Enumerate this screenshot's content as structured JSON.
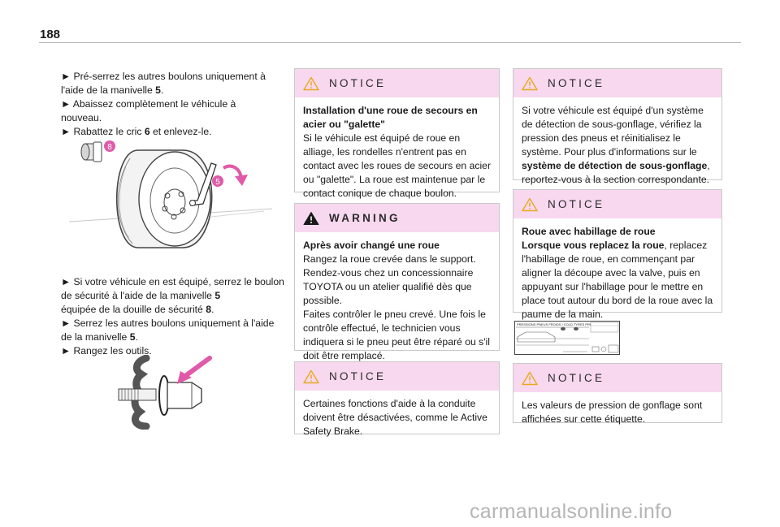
{
  "page": {
    "number": "188"
  },
  "col1": {
    "block1": [
      {
        "text": "► Pré-serrez les autres boulons uniquement à l'aide de la manivelle ",
        "bold": "5",
        "after": "."
      },
      {
        "text": "► Abaissez complètement le véhicule à nouveau.",
        "bold": "",
        "after": ""
      },
      {
        "text": "► Rabattez le cric ",
        "bold": "6",
        "after": " et enlevez-le."
      }
    ],
    "block2": [
      {
        "text": "► Si votre véhicule en est équipé, serrez le boulon de sécurité à l'aide de la manivelle ",
        "bold": "5",
        "after": ""
      },
      {
        "text": "équipée de la douille de sécurité ",
        "bold": "8",
        "after": "."
      },
      {
        "text": "► Serrez les autres boulons uniquement à l'aide de la manivelle ",
        "bold": "5",
        "after": "."
      },
      {
        "text": "► Rangez les outils.",
        "bold": "",
        "after": ""
      }
    ],
    "callouts": {
      "c8": "8",
      "c5": "5"
    }
  },
  "notice1": {
    "title": "NOTICE",
    "heading": "Installation d'une roue de secours en acier ou \"galette\"",
    "body": "Si le véhicule est équipé de roue en alliage, les rondelles n'entrent pas en contact avec les roues de secours en acier ou \"galette\". La roue est maintenue par le contact conique de chaque boulon."
  },
  "warning1": {
    "title": "WARNING",
    "heading": "Après avoir changé une roue",
    "body": "Rangez la roue crevée dans le support. Rendez-vous chez un concessionnaire TOYOTA ou un atelier qualifié dès que possible.",
    "body2": "Faites contrôler le pneu crevé. Une fois le contrôle effectué, le technicien vous indiquera si le pneu peut être réparé ou s'il doit être remplacé."
  },
  "notice2": {
    "title": "NOTICE",
    "body": "Certaines fonctions d'aide à la conduite doivent être désactivées, comme le Active Safety Brake."
  },
  "notice3": {
    "title": "NOTICE",
    "pre": "Si votre véhicule est équipé d'un système de détection de sous-gonflage, vérifiez la pression des pneus et réinitialisez le système. Pour plus d'informations sur le ",
    "bold": "système de détection de sous-gonflage",
    "post": ", reportez-vous à la section correspondante."
  },
  "notice4": {
    "title": "NOTICE",
    "heading1": "Roue avec habillage de roue",
    "heading2": "Lorsque vous replacez la roue",
    "body": ", replacez l'habillage de roue, en commençant par aligner la découpe avec la valve, puis en appuyant sur l'habillage pour le mettre en place tout autour du bord de la roue avec la paume de la main."
  },
  "label": {
    "header": "PRESSIONS PNEUS FROIDS / COLD TYRES PRESSURES"
  },
  "notice5": {
    "title": "NOTICE",
    "body": "Les valeurs de pression de gonflage sont affichées sur cette étiquette."
  },
  "watermark": "carmanualsonline.info",
  "colors": {
    "notice_bg": "#f7d8ef",
    "callout": "#e05aa8",
    "arrow": "#e05aa8"
  },
  "icons": {
    "notice": "warning-triangle-outline-icon",
    "warning": "warning-triangle-filled-icon"
  }
}
